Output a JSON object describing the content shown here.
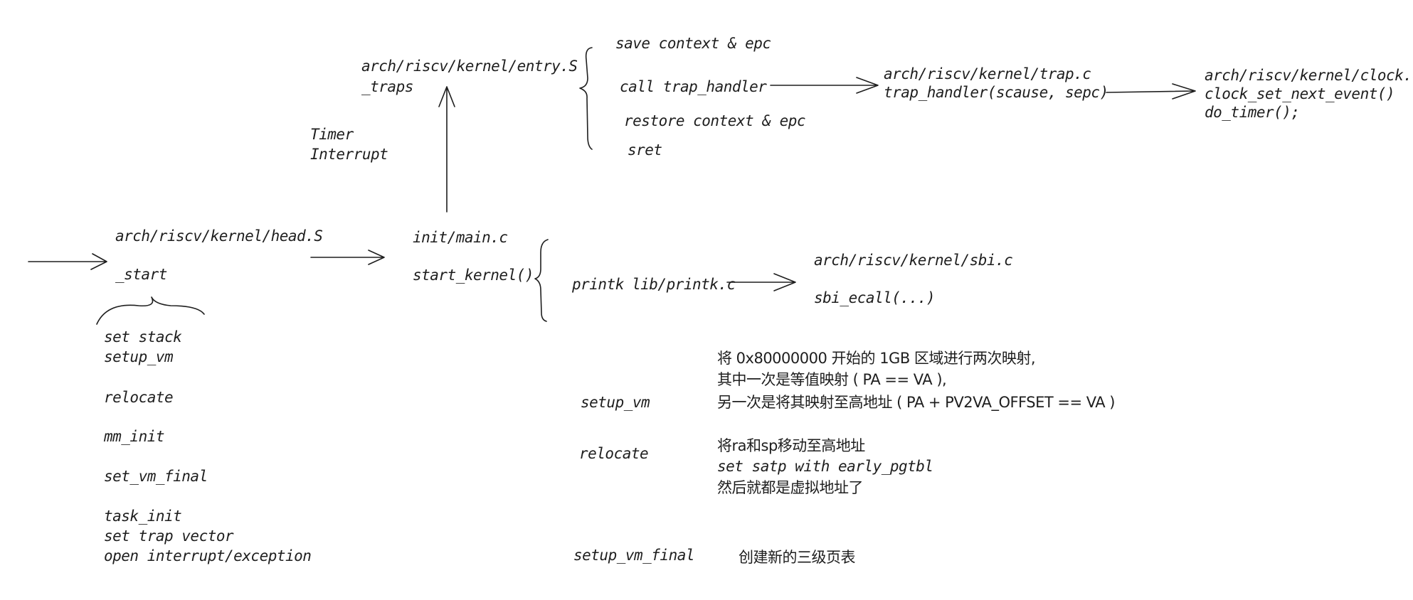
{
  "entry": {
    "file": "arch/riscv/kernel/entry.S",
    "symbol": "_traps"
  },
  "timer": {
    "line1": "Timer",
    "line2": "Interrupt"
  },
  "traps_steps": [
    "save context & epc",
    "call trap_handler",
    "restore context & epc",
    "sret"
  ],
  "trap": {
    "file": "arch/riscv/kernel/trap.c",
    "func": "trap_handler(scause, sepc)"
  },
  "clock": {
    "file": "arch/riscv/kernel/clock.c",
    "func1": "clock_set_next_event()",
    "func2": "do_timer();"
  },
  "head": {
    "file": "arch/riscv/kernel/head.S",
    "symbol": "_start"
  },
  "start_steps": [
    "set stack",
    "setup_vm",
    "relocate",
    "mm_init",
    "set_vm_final",
    "task_init",
    "set trap vector",
    "open interrupt/exception"
  ],
  "main": {
    "file": "init/main.c",
    "func": "start_kernel()"
  },
  "printk": {
    "label": "printk",
    "file": "lib/printk.c"
  },
  "sbi": {
    "file": "arch/riscv/kernel/sbi.c",
    "func": "sbi_ecall(...)"
  },
  "notes": {
    "setup_vm": {
      "label": "setup_vm",
      "lines": [
        "将 0x80000000 开始的 1GB 区域进行两次映射,",
        "其中一次是等值映射 ( PA == VA ),",
        "另一次是将其映射至高地址 ( PA + PV2VA_OFFSET == VA )"
      ]
    },
    "relocate": {
      "label": "relocate",
      "lines": [
        "将ra和sp移动至高地址",
        "set satp with early_pgtbl",
        "然后就都是虚拟地址了"
      ]
    },
    "setup_vm_final": {
      "label": "setup_vm_final",
      "lines": [
        "创建新的三级页表"
      ]
    }
  }
}
